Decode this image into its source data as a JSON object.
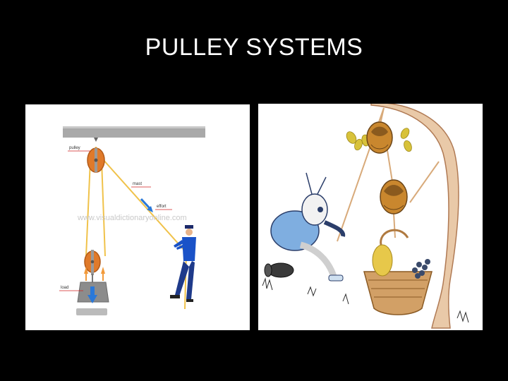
{
  "slide": {
    "title": "PULLEY SYSTEMS"
  },
  "left_diagram": {
    "labels": {
      "pulley": "pulley",
      "mast": "mast",
      "effort": "effort",
      "load": "load"
    },
    "watermark": "www.visualdictionaryonline.com"
  },
  "colors": {
    "background": "#000000",
    "title": "#ffffff",
    "pulley": "#e07a2a",
    "rope": "#f0c24a",
    "arrow": "#2a78d8",
    "label_line": "#d02020"
  }
}
